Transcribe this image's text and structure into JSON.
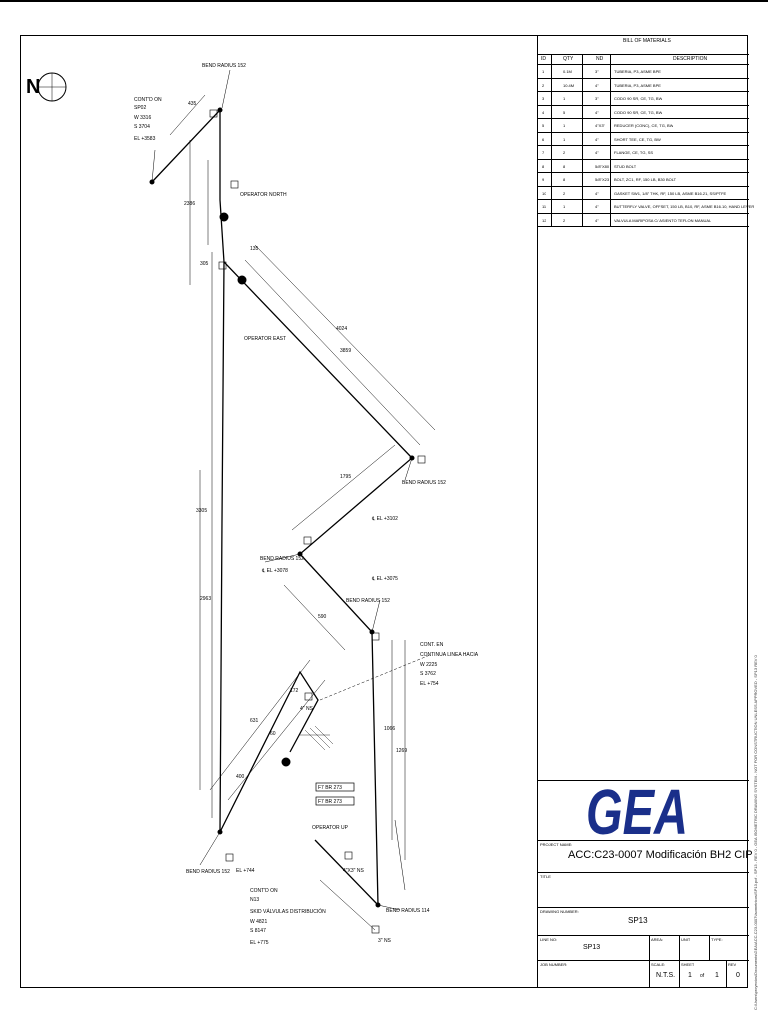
{
  "bom": {
    "title": "BILL OF MATERIALS",
    "headers": {
      "id": "ID",
      "qty": "QTY",
      "nd": "ND",
      "desc": "DESCRIPTION"
    },
    "rows": [
      {
        "id": "1",
        "qty": "0.1M",
        "nd": "3\"",
        "desc": "TUBERIA, P3, ASME BPE"
      },
      {
        "id": "2",
        "qty": "10.4M",
        "nd": "4\"",
        "desc": "TUBERIA, P3, ASME BPE"
      },
      {
        "id": "3",
        "qty": "1",
        "nd": "3\"",
        "desc": "CODO 90 SR, CE, TG, BW"
      },
      {
        "id": "4",
        "qty": "5",
        "nd": "4\"",
        "desc": "CODO 90 SR, CE, TG, BW"
      },
      {
        "id": "5",
        "qty": "1",
        "nd": "4\"X3\"",
        "desc": "REDUCER (CONC), CE, TG, BW"
      },
      {
        "id": "6",
        "qty": "1",
        "nd": "4\"",
        "desc": "SHORT TEE, CE, TG, BW"
      },
      {
        "id": "7",
        "qty": "2",
        "nd": "4\"",
        "desc": "FLANGE, CE, TG, SS"
      },
      {
        "id": "8",
        "qty": "8",
        "nd": "5/8\"X80",
        "desc": "STUD BOLT"
      },
      {
        "id": "9",
        "qty": "8",
        "nd": "5/8\"X23",
        "desc": "BOLT, ZC1, RF, 150 LB, B30 BOLT"
      },
      {
        "id": "10",
        "qty": "2",
        "nd": "4\"",
        "desc": "GASKET SW1, 1/8\" THK, RF, 150 LB, ASME B16.21, SS/PTFE"
      },
      {
        "id": "11",
        "qty": "1",
        "nd": "4\"",
        "desc": "BUTTERFLY VALVE, OFFSET, 150 LB, B10, RF, ASME B16.10, HAND LEVER"
      },
      {
        "id": "12",
        "qty": "2",
        "nd": "4\"",
        "desc": "VALVULA MARIPOSA C/ ASIENTO TEFLON MANUAL"
      }
    ]
  },
  "logo": {
    "text": "GEA",
    "color": "#1a2f8a"
  },
  "titleblock": {
    "project_label": "PROJECT NAME:",
    "project_value": "ACC:C23-0007 Modificación BH2 CIP",
    "title_label": "TITLE",
    "drawing_label": "DRAWING NUMBER:",
    "drawing_value": "SP13",
    "lineno_label": "LINE NO:",
    "lineno_value": "SP13",
    "area_label": "AREA:",
    "unit_label": "UNIT",
    "type_label": "TYPE:",
    "job_label": "JOB NUMBER:",
    "scale_label": "SCALE:",
    "scale_value": "N.T.S.",
    "sheet_label": "SHEET",
    "sheet_value": "1",
    "sheet_of": "of",
    "sheet_total": "1",
    "rev_label": "REV",
    "rev_value": "0"
  },
  "north": {
    "label": "N"
  },
  "annotations": {
    "bend_top": "BEND RADIUS 152",
    "cont_sp02": "CONT'D ON",
    "cont_sp02_b": "SP02",
    "cont_sp02_w": "W 3316",
    "cont_sp02_s": "S 3704",
    "cont_sp02_el": "EL +3583",
    "op_north": "OPERATOR NORTH",
    "op_east": "OPERATOR EAST",
    "bend_right": "BEND RADIUS 152",
    "el_3102": "℄ EL +3102",
    "bend_mid": "BEND RADIUS 152",
    "el_3078": "℄ EL +3078",
    "el_3075": "℄ EL +3075",
    "bend_mid2": "BEND RADIUS 152",
    "cont_en": "CONT. EN",
    "cont_en_b": "CONTINUA LINEA HACIA",
    "cont_en_w": "W 2225",
    "cont_en_s": "S 3762",
    "cont_en_el": "EL +754",
    "ns4": "4\" NS",
    "fp1": "F7 BR 273",
    "fp2": "F7 BR 273",
    "op_up": "OPERATOR UP",
    "bend_bl": "BEND RADIUS 152",
    "el_744": "EL +744",
    "cont_n13": "CONT'D ON",
    "cont_n13_b": "N13",
    "cont_n13_c": "SKID VÁLVULAS DISTRIBUCIÓN",
    "cont_n13_w": "W 4821",
    "cont_n13_s": "S 8147",
    "cont_n13_el": "EL +775",
    "red": "4\"X3\" NS",
    "bend_br": "BEND RADIUS 114",
    "ns3": "3\" NS",
    "d435": "435",
    "d4024": "4024",
    "d3859": "3859",
    "d1795": "1795",
    "d590": "590",
    "d631": "631",
    "d172": "172",
    "d1066": "1066",
    "d2963": "2963",
    "d3305": "3305",
    "d60": "60",
    "d400": "400",
    "d135": "135",
    "d305": "305",
    "d1269": "1269",
    "d2386": "2386"
  },
  "marks": [
    "1",
    "2",
    "3",
    "4",
    "5",
    "6",
    "7",
    "8",
    "9",
    "10",
    "11",
    "12"
  ],
  "side_note": "C:\\Users\\proyectos\\Documents\\GEA\\ACC-C23-0007\\Isometricos\\SP13.pcf - SP13 - REV 0 - GEA ISOMETRIC DRAWING SYSTEM - NOT FOR CONSTRUCTION UNLESS APPROVED - SP13 REV 0"
}
